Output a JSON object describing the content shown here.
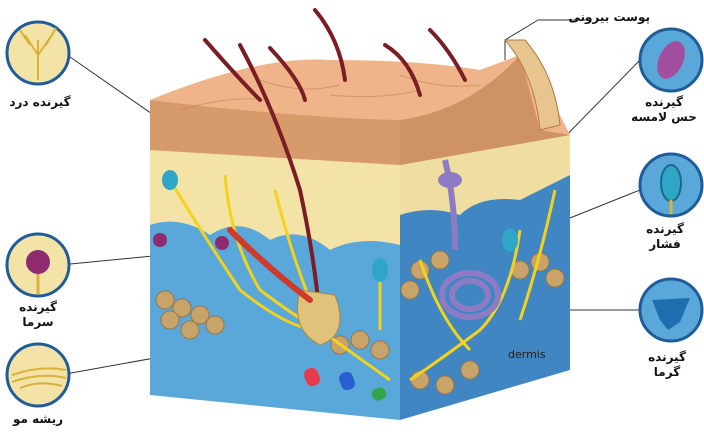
{
  "labels": {
    "pain": "گیرنده درد",
    "outer_skin": "پوست بیرونی",
    "touch_line1": "گیرنده",
    "touch_line2": "حس لامسه",
    "pressure_line1": "گیرنده",
    "pressure_line2": "فشار",
    "cold_line1": "گیرنده",
    "cold_line2": "سرما",
    "heat_line1": "گیرنده",
    "heat_line2": "گرما",
    "hair_root": "ریشه مو",
    "dermis": "dermis"
  },
  "colors": {
    "epidermis": "#f0b48a",
    "epidermis_dark": "#c98c5c",
    "dermis_yellow": "#f3e3a6",
    "dermis_blue": "#5aa7da",
    "dermis_blue_dark": "#3f86c2",
    "fat": "#c9a46a",
    "nerve": "#f4d21c",
    "hair": "#7a1d24",
    "gland": "#8d7bc6",
    "pain_receptor": "#d9b23a",
    "touch_receptor": "#a24fa0",
    "pressure_receptor": "#2fa6c8",
    "cold_receptor": "#8e2b6e",
    "heat_receptor": "#1f6fb0"
  },
  "icons": [
    "pain-receptor-icon",
    "touch-receptor-icon",
    "pressure-receptor-icon",
    "cold-receptor-icon",
    "heat-receptor-icon",
    "hair-root-icon"
  ]
}
